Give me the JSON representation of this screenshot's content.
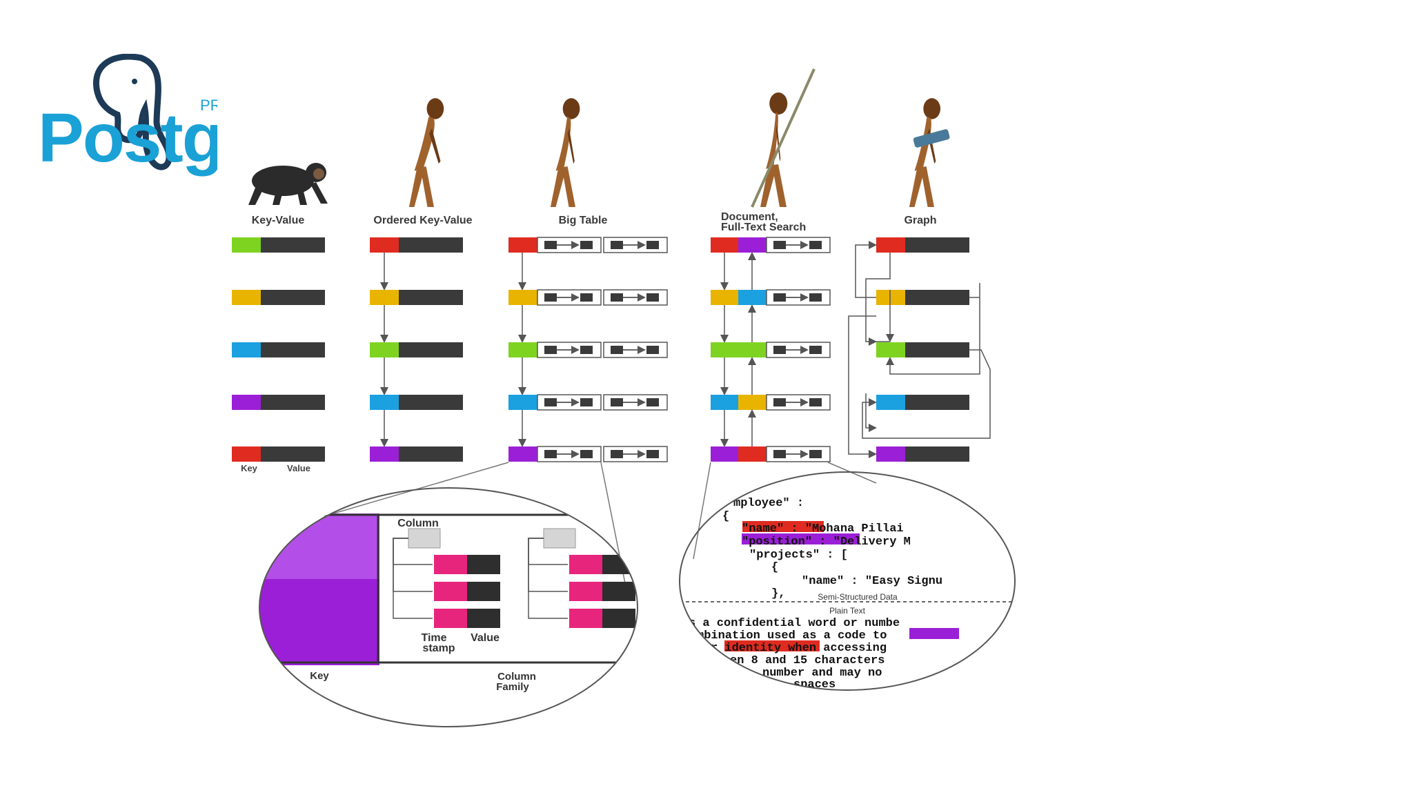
{
  "logo": {
    "wordmark": "Postgres",
    "small_text": "PR"
  },
  "stages": [
    {
      "label_lines": [
        "Key-Value"
      ]
    },
    {
      "label_lines": [
        "Ordered Key-Value"
      ]
    },
    {
      "label_lines": [
        "Big Table"
      ]
    },
    {
      "label_lines": [
        "Document,",
        "Full-Text Search"
      ]
    },
    {
      "label_lines": [
        "Graph"
      ]
    }
  ],
  "key_value_caption": {
    "key": "Key",
    "value": "Value"
  },
  "bigtable_zoom": {
    "column": "Column",
    "timestamp_lines": [
      "Time",
      "stamp"
    ],
    "value": "Value",
    "key": "Key",
    "family_lines": [
      "Column",
      "Family"
    ]
  },
  "document_zoom": {
    "code_lines": [
      "mployee\"  :",
      "{",
      "  \"name\"  :  \"Mohana Pillai",
      "  \"position\"  :  \"Delivery M",
      "  \"projects\"  :  [",
      "    {",
      "      \"name\"  :  \"Easy Signu",
      "    },"
    ],
    "semi_structured": "Semi-Structured Data",
    "plain_text": "Plain Text",
    "text_lines": [
      "s a confidential word or numbe",
      "mbination used as a  code  to",
      "r  identity  when accessing",
      "en 8 and 15 characters",
      "number and may no",
      "spaces"
    ]
  },
  "colors": {
    "green": "#7ed321",
    "yellow": "#e8b400",
    "blue": "#1ba0e0",
    "purple": "#9b1fd6",
    "red": "#e02b20",
    "dark": "#3a3a3a",
    "pink": "#e8257c",
    "logo_blue": "#1aa1d6",
    "logo_navy": "#1d3a57"
  },
  "icons": [
    "chimpanzee-figure",
    "australopithecus-figure",
    "early-human-figure",
    "spear-human-figure",
    "tool-human-figure",
    "elephant-logo-icon"
  ]
}
